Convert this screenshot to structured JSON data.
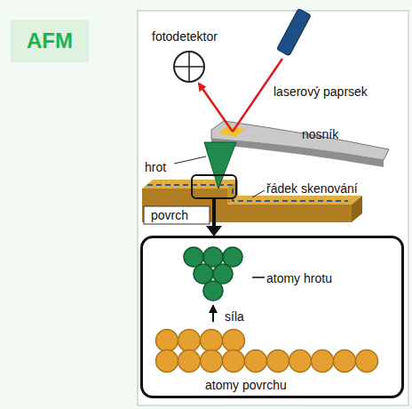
{
  "diagram": {
    "nodes": [
      {
        "text": [
          "AFM"
        ]
      },
      {
        "text": [
          "atomy hrotu",
          "síla",
          "atomy povrchu"
        ]
      }
    ],
    "labels": [
      "fotodetektor",
      "laserový paprsek",
      "nosník",
      "hrot",
      "řádek skenování",
      "povrch"
    ]
  }
}
